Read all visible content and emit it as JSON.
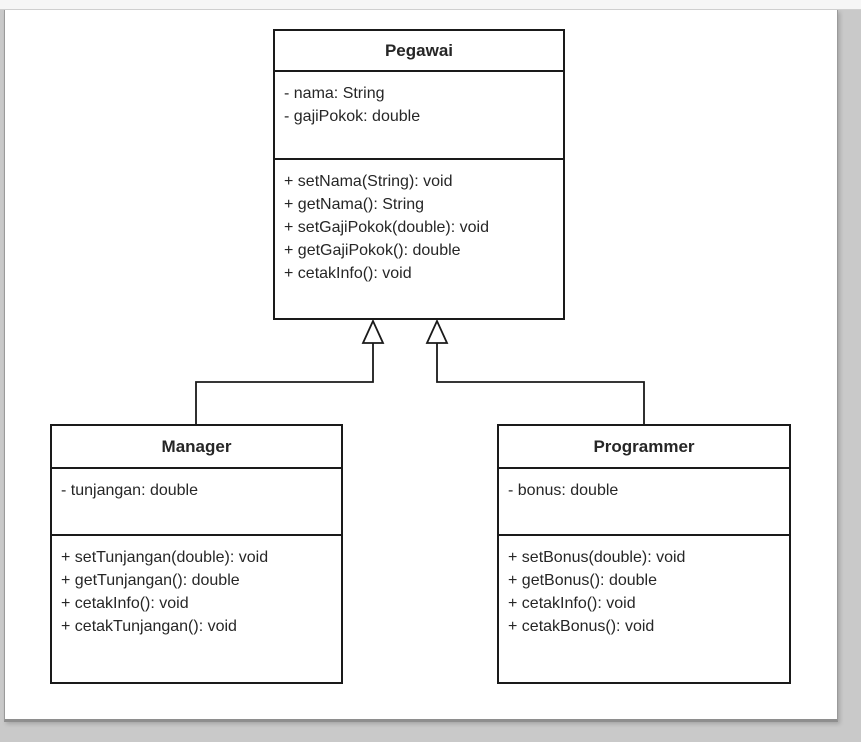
{
  "diagram": {
    "type": "uml-class-diagram",
    "stroke_color": "#1a1a1a",
    "page_background": "#ffffff",
    "frame_background": "#c9c9c9",
    "top_strip_background": "#f6f6f6",
    "classes": [
      {
        "name": "Pegawai",
        "attributes": [
          "- nama: String",
          "- gajiPokok: double"
        ],
        "methods": [
          "+ setNama(String): void",
          "+ getNama(): String",
          "+ setGajiPokok(double): void",
          "+ getGajiPokok(): double",
          "+ cetakInfo(): void"
        ]
      },
      {
        "name": "Manager",
        "attributes": [
          "- tunjangan: double"
        ],
        "methods": [
          "+ setTunjangan(double): void",
          "+ getTunjangan(): double",
          "+ cetakInfo(): void",
          "+ cetakTunjangan(): void"
        ]
      },
      {
        "name": "Programmer",
        "attributes": [
          "- bonus: double"
        ],
        "methods": [
          "+ setBonus(double): void",
          "+ getBonus(): double",
          "+ cetakInfo(): void",
          "+ cetakBonus(): void"
        ]
      }
    ],
    "relationships": [
      {
        "type": "generalization",
        "from": "Manager",
        "to": "Pegawai"
      },
      {
        "type": "generalization",
        "from": "Programmer",
        "to": "Pegawai"
      }
    ]
  }
}
